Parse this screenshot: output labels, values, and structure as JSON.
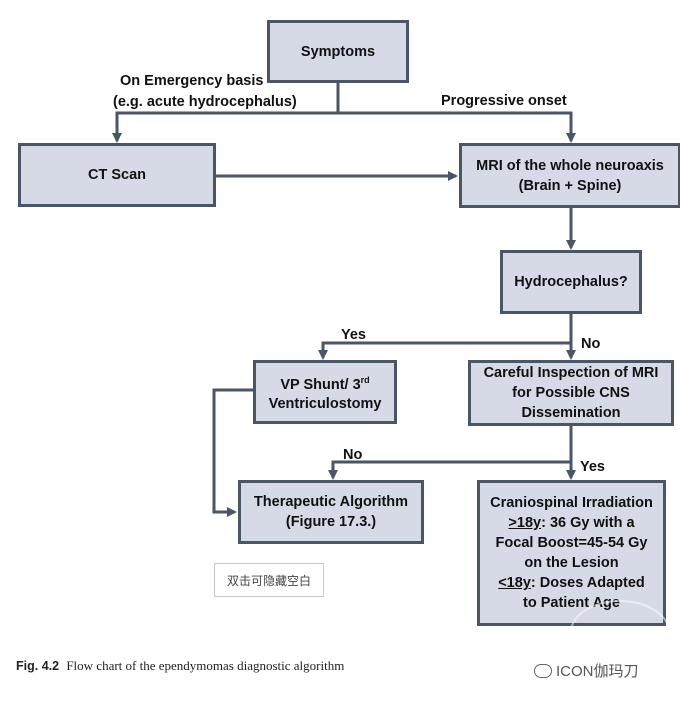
{
  "nodes": {
    "symptoms": "Symptoms",
    "ct_scan": "CT Scan",
    "mri": [
      "MRI of the whole neuroaxis",
      "(Brain + Spine)"
    ],
    "hydrocephalus": "Hydrocephalus?",
    "vp_shunt": {
      "line1_pre": "VP Shunt/ 3",
      "line1_sup": "rd",
      "line2": "Ventriculostomy"
    },
    "inspection": [
      "Careful Inspection of MRI",
      "for Possible CNS",
      "Dissemination"
    ],
    "therapeutic": [
      "Therapeutic Algorithm",
      "(Figure 17.3.)"
    ],
    "csi": {
      "title": "Craniospinal Irradiation",
      "line2_u": ">18y",
      "line2_rest": ": 36 Gy with a",
      "line3": "Focal Boost=45-54 Gy",
      "line4": "on the Lesion",
      "line5_u": "<18y",
      "line5_rest": ": Doses Adapted",
      "line6": "to Patient Age"
    }
  },
  "edge_labels": {
    "emergency": [
      "On Emergency basis",
      "(e.g. acute hydrocephalus)"
    ],
    "progressive": "Progressive onset",
    "yes1": "Yes",
    "no1": "No",
    "no2": "No",
    "yes2": "Yes"
  },
  "caption": {
    "fig": "Fig. 4.2",
    "text": "Flow chart of the ependymomas diagnostic algorithm"
  },
  "toggle_label": "双击可隐藏空白",
  "watermark": "ICON伽玛刀",
  "colors": {
    "box_fill": "#d6dae6",
    "box_border": "#4a5566",
    "arrow": "#4a5566"
  }
}
